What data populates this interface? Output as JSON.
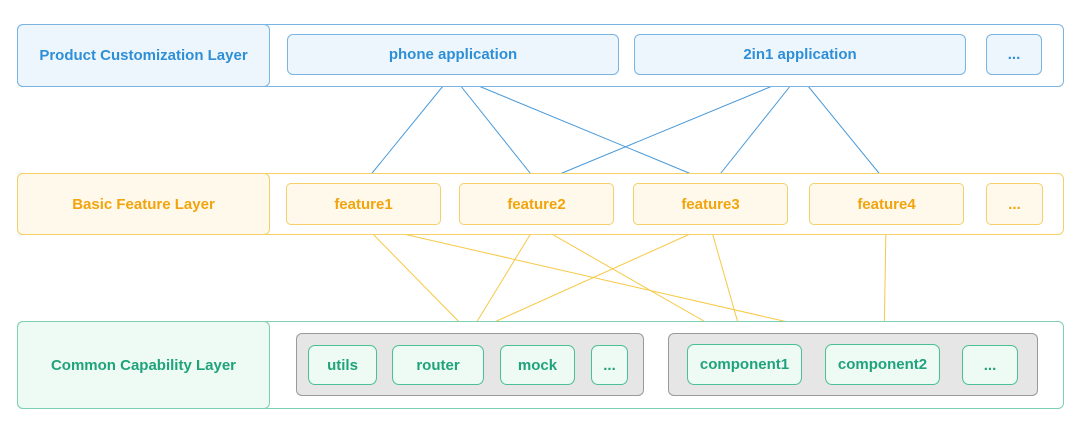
{
  "layers": {
    "product": {
      "title": "Product Customization Layer",
      "items": [
        "phone application",
        "2in1 application",
        "..."
      ]
    },
    "feature": {
      "title": "Basic Feature Layer",
      "items": [
        "feature1",
        "feature2",
        "feature3",
        "feature4",
        "..."
      ]
    },
    "common": {
      "title": "Common Capability Layer",
      "group1": [
        "utils",
        "router",
        "mock",
        "..."
      ],
      "group2": [
        "component1",
        "component2",
        "..."
      ]
    }
  },
  "colors": {
    "blue": "#4a9ad9",
    "orange": "#f7c843",
    "green": "#1fa37b"
  }
}
